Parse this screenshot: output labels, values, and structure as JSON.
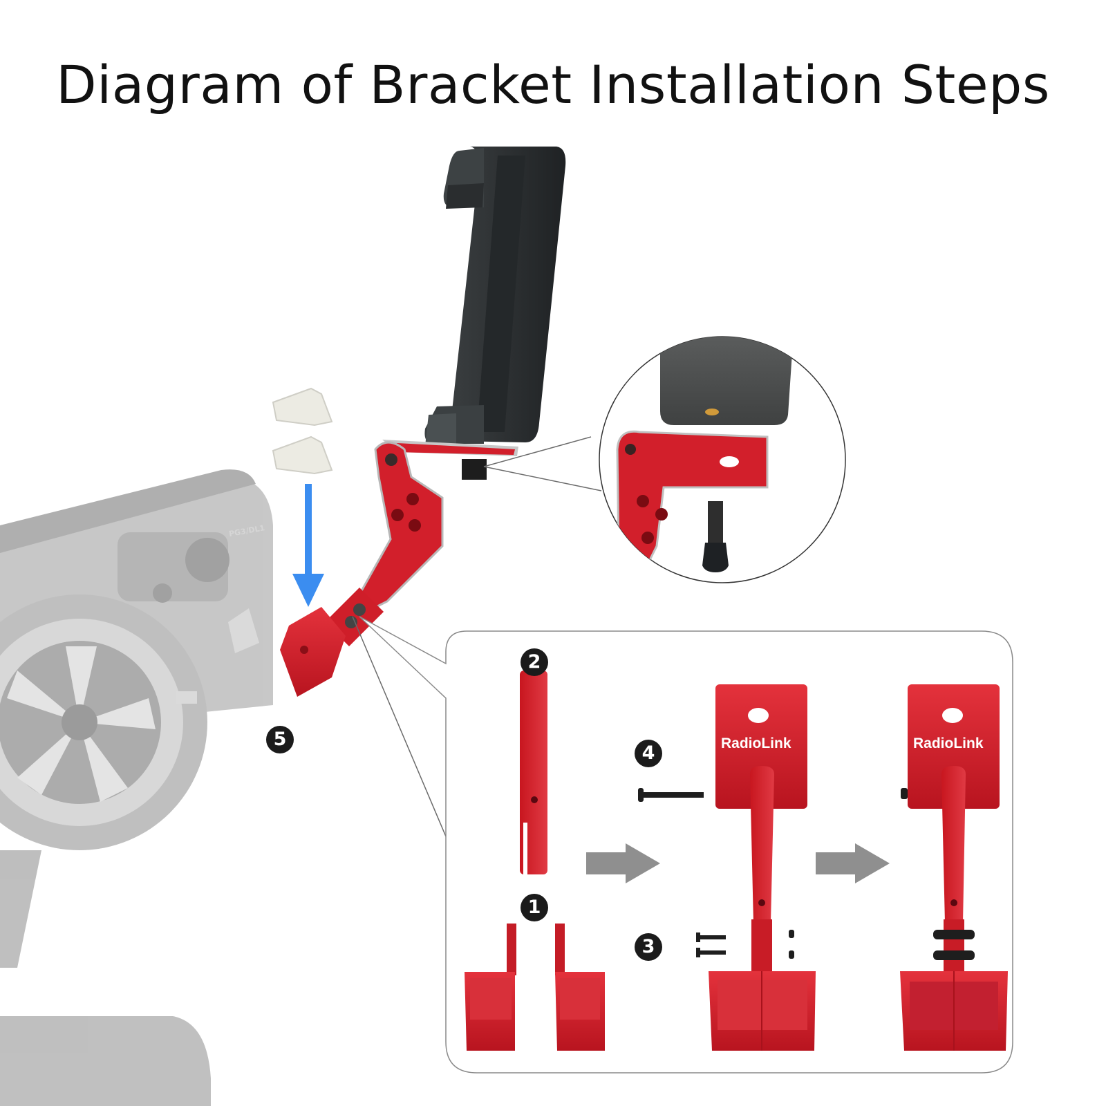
{
  "title": "Diagram of Bracket Installation Steps",
  "steps": {
    "one": "1",
    "two": "2",
    "three": "3",
    "four": "4",
    "five": "5"
  },
  "brand_label": "RadioLink",
  "controller_label": "PG3/DL1",
  "colors": {
    "bracket_red": "#d21f2b",
    "holder_black": "#2a2d2e",
    "arrow_blue": "#3b8df0",
    "arrow_gray": "#8f8f8f",
    "controller_gray": "#8a8a8a"
  },
  "icons": [
    "phone-holder-icon",
    "bracket-arm-icon",
    "screw-icon",
    "down-arrow-icon",
    "right-arrow-icon"
  ]
}
